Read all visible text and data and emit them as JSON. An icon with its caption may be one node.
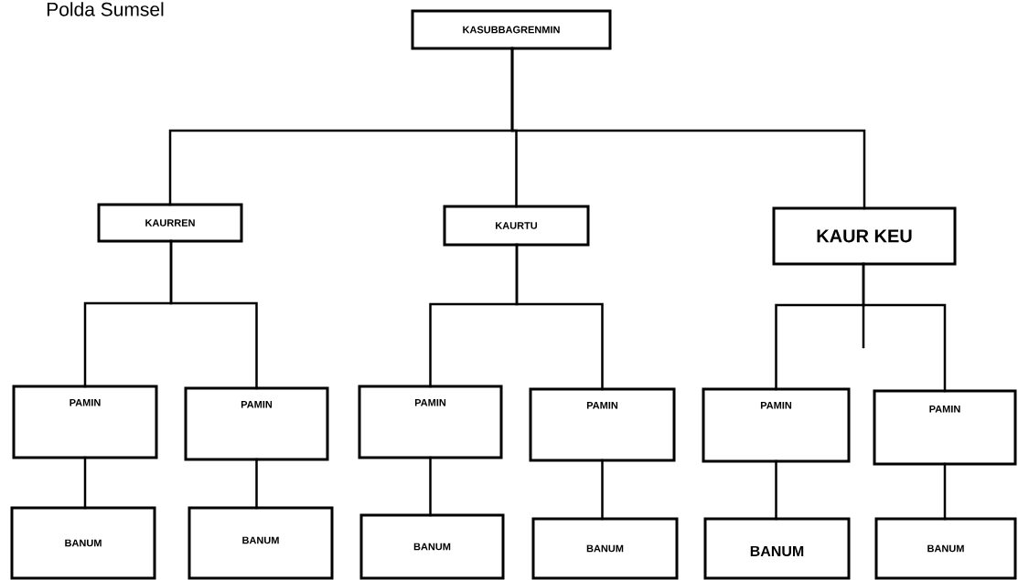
{
  "diagram": {
    "title": "Polda Sumsel",
    "nodes": [
      {
        "text": [
          "KASUBBAGRENMIN"
        ]
      },
      {
        "text": [
          "KAURREN"
        ]
      },
      {
        "text": [
          "KAURTU"
        ]
      },
      {
        "text": [
          "KAUR KEU"
        ]
      },
      {
        "text": [
          "PAMIN"
        ]
      },
      {
        "text": [
          "PAMIN"
        ]
      },
      {
        "text": [
          "PAMIN"
        ]
      },
      {
        "text": [
          "PAMIN"
        ]
      },
      {
        "text": [
          "PAMIN"
        ]
      },
      {
        "text": [
          "PAMIN"
        ]
      },
      {
        "text": [
          "BANUM"
        ]
      },
      {
        "text": [
          "BANUM"
        ]
      },
      {
        "text": [
          "BANUM"
        ]
      },
      {
        "text": [
          "BANUM"
        ]
      },
      {
        "text": [
          "BANUM"
        ]
      },
      {
        "text": [
          "BANUM"
        ]
      }
    ],
    "edges": [
      {
        "from": 0,
        "to": 1,
        "arrow": "none"
      },
      {
        "from": 0,
        "to": 2,
        "arrow": "none"
      },
      {
        "from": 0,
        "to": 3,
        "arrow": "none"
      },
      {
        "from": 1,
        "to": 4,
        "arrow": "none"
      },
      {
        "from": 1,
        "to": 5,
        "arrow": "none"
      },
      {
        "from": 2,
        "to": 6,
        "arrow": "none"
      },
      {
        "from": 2,
        "to": 7,
        "arrow": "none"
      },
      {
        "from": 3,
        "to": 8,
        "arrow": "none"
      },
      {
        "from": 3,
        "to": 9,
        "arrow": "none"
      },
      {
        "from": 4,
        "to": 10,
        "arrow": "none"
      },
      {
        "from": 5,
        "to": 11,
        "arrow": "none"
      },
      {
        "from": 6,
        "to": 12,
        "arrow": "none"
      },
      {
        "from": 7,
        "to": 13,
        "arrow": "none"
      },
      {
        "from": 8,
        "to": 14,
        "arrow": "none"
      },
      {
        "from": 9,
        "to": 15,
        "arrow": "none"
      }
    ]
  }
}
